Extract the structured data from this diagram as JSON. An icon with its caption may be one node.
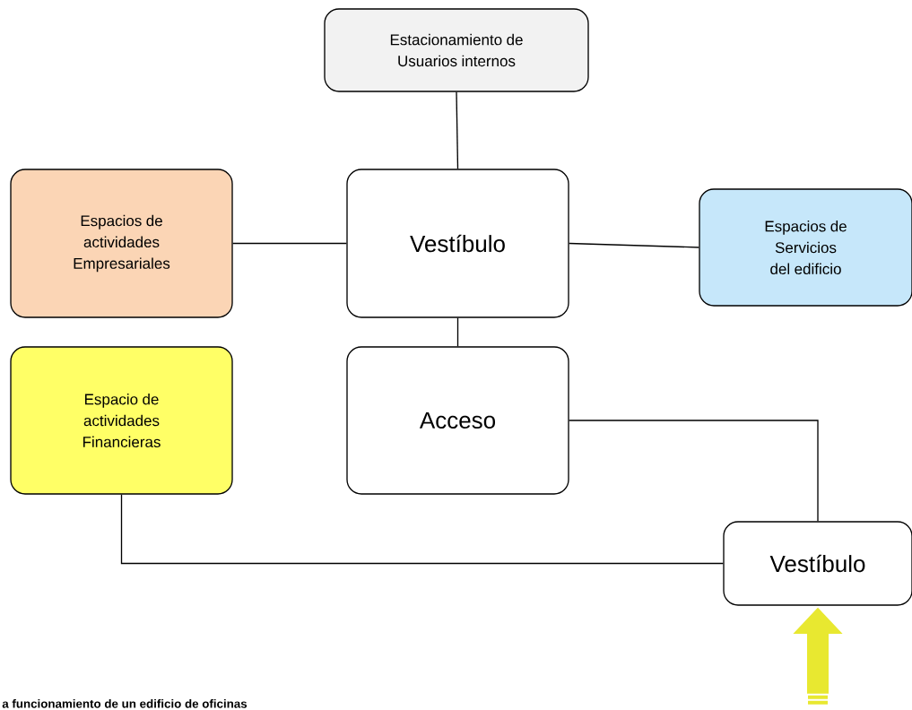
{
  "diagram": {
    "caption": "a funcionamiento de un edificio de oficinas",
    "nodes": [
      {
        "text": [
          "Estacionamiento de Usuarios internos"
        ]
      },
      {
        "text": [
          "Espacios de actividades Empresariales"
        ]
      },
      {
        "text": [
          "Vestíbulo"
        ]
      },
      {
        "text": [
          "Espacios de Servicios del edificio"
        ]
      },
      {
        "text": [
          "Espacio de actividades Financieras"
        ]
      },
      {
        "text": [
          "Acceso"
        ]
      },
      {
        "text": [
          "Vestíbulo"
        ]
      }
    ],
    "edges": [
      {
        "from": 0,
        "to": 2,
        "arrow": "none"
      },
      {
        "from": 1,
        "to": 2,
        "arrow": "none"
      },
      {
        "from": 2,
        "to": 3,
        "arrow": "none"
      },
      {
        "from": 2,
        "to": 5,
        "arrow": "none"
      },
      {
        "from": 5,
        "to": 6,
        "arrow": "none"
      },
      {
        "from": 4,
        "to": 6,
        "arrow": "none"
      },
      {
        "from": null,
        "to": 6,
        "arrow": "to",
        "style": "thick",
        "color": "#e8e830"
      }
    ]
  }
}
